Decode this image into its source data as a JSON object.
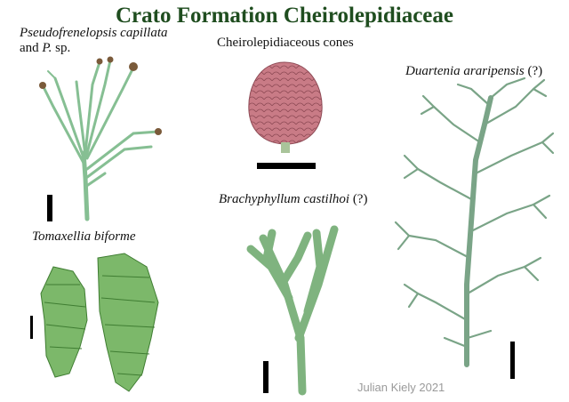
{
  "title": "Crato Formation Cheirolepidiaceae",
  "specimens": {
    "pseudofrenelopsis": {
      "name": "Pseudofrenelopsis capillata",
      "and": "and ",
      "extra": "P.",
      "suffix": " sp."
    },
    "cones": {
      "name": "Cheirolepidiaceous cones"
    },
    "duartenia": {
      "name": "Duartenia araripensis",
      "qualifier": " (?)"
    },
    "tomaxellia": {
      "name": "Tomaxellia biforme"
    },
    "brachyphyllum": {
      "name": "Brachyphyllum castilhoi",
      "qualifier": " (?)"
    }
  },
  "credit": "Julian Kiely 2021",
  "colors": {
    "title": "#1f4d1f",
    "stem_green": "#8cc49a",
    "stem_dark": "#4e8f5f",
    "leaf_green": "#6aa84f",
    "cone_pink": "#c97b86",
    "cone_dark": "#8e4a55",
    "bud_brown": "#7a5a3a",
    "scale_bar": "#000000"
  }
}
